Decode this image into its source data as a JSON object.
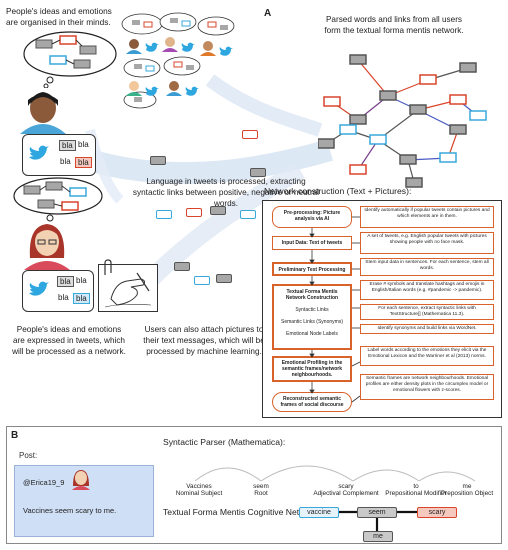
{
  "panel_a": {
    "label": "A",
    "thought_caption": "People's ideas and emotions are organised in their minds.",
    "network_caption": "Parsed words and links from all users form the textual forma mentis network.",
    "language_caption": "Language in tweets is processed, extracting syntactic links between positive, negative or neutral words.",
    "tweet_caption": "People's ideas and emotions are expressed in tweets, which will be processed as a network.",
    "picture_caption": "Users can also attach pictures to their text messages, which will be processed by machine learning.",
    "bubble1_words": [
      "bla",
      "bla",
      "bla",
      "bla"
    ],
    "bubble2_words": [
      "bla",
      "bla",
      "bla",
      "bla"
    ]
  },
  "construction": {
    "title": "Network construction (Text + Pictures):",
    "steps": [
      "Pre-processing: Picture analysis via AI",
      "Input Data: Text of tweets",
      "Preliminary Text Processing",
      "Textual Forma Mentis Network Construction",
      "Emotional Profiling in the semantic frames/network neighbourhoods.",
      "Reconstructed semantic frames of social discourse"
    ],
    "substeps": [
      "Syntactic Links",
      "Semantic Links (Synonyms)",
      "Emotional Node Labels"
    ],
    "notes": [
      "Identify automatically if popular tweets contain pictures and which elements are in them.",
      "A set of tweets, e.g. English popular tweets with pictures showing people with no face mask.",
      "Stem input data in sentences. For each sentence, stem all words.",
      "Erase # symbols and translate hashtags and emojis in English/Italian words (e.g. #pandemic -> pandemic).",
      "For each sentence, extract syntactic links with TextStructure[] (Mathematica 11.3).",
      "Identify synonyms and build links via WordNet.",
      "Label words according to the emotions they elicit via the Emotional Lexicon and the Warriner et al (2013) norms.",
      "Semantic frames are network neighbourhoods. Emotional profiles are either density plots in the circumplex model or emotional flowers with z-scores."
    ]
  },
  "panel_b": {
    "label": "B",
    "post_label": "Post:",
    "handle": "@Erica19_9",
    "post_text": "Vaccines seem scary to me.",
    "parser_title": "Syntactic Parser (Mathematica):",
    "tokens": [
      {
        "word": "Vaccines",
        "role": "Nominal Subject"
      },
      {
        "word": "seem",
        "role": "Root"
      },
      {
        "word": "scary",
        "role": "Adjectival Complement"
      },
      {
        "word": "to",
        "role": "Prepositional Modifier"
      },
      {
        "word": "me",
        "role": "Preposition Object"
      }
    ],
    "network_title": "Textual Forma Mentis Cognitive Network:",
    "net_words": {
      "vaccine": "vaccine",
      "seem": "seem",
      "scary": "scary",
      "me": "me"
    }
  },
  "colors": {
    "negative": "#d9452b",
    "positive": "#39a9dc",
    "neutral": "#a7a7a7",
    "process": "#d9622b",
    "twitter": "#2ea7e0"
  }
}
